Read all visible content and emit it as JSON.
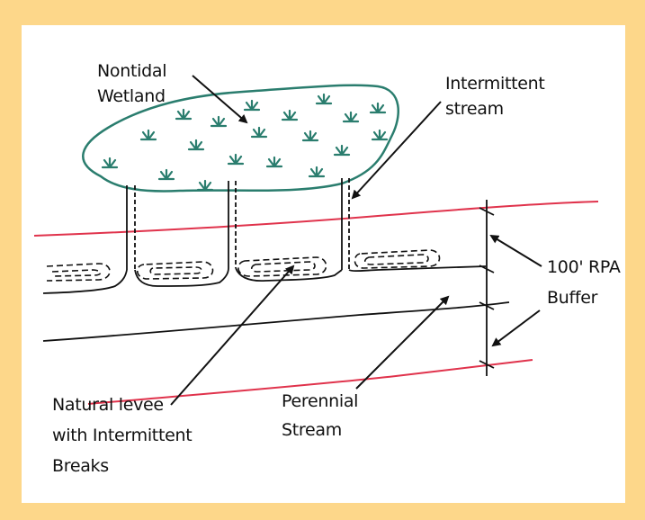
{
  "labels": {
    "wetland_line1": "Nontidal",
    "wetland_line2": "Wetland",
    "intermittent_line1": "Intermittent",
    "intermittent_line2": "stream",
    "rpa_line1": "100' RPA",
    "rpa_line2": "Buffer",
    "levee_line1": "Natural levee",
    "levee_line2": "with Intermittent",
    "levee_line3": "Breaks",
    "perennial_line1": "Perennial",
    "perennial_line2": "Stream"
  },
  "colors": {
    "border": "#fdd78a",
    "wetland_outline": "#2a7d6e",
    "wetland_plants": "#2a7d6e",
    "buffer_line": "#e0334c",
    "ink": "#111111"
  }
}
